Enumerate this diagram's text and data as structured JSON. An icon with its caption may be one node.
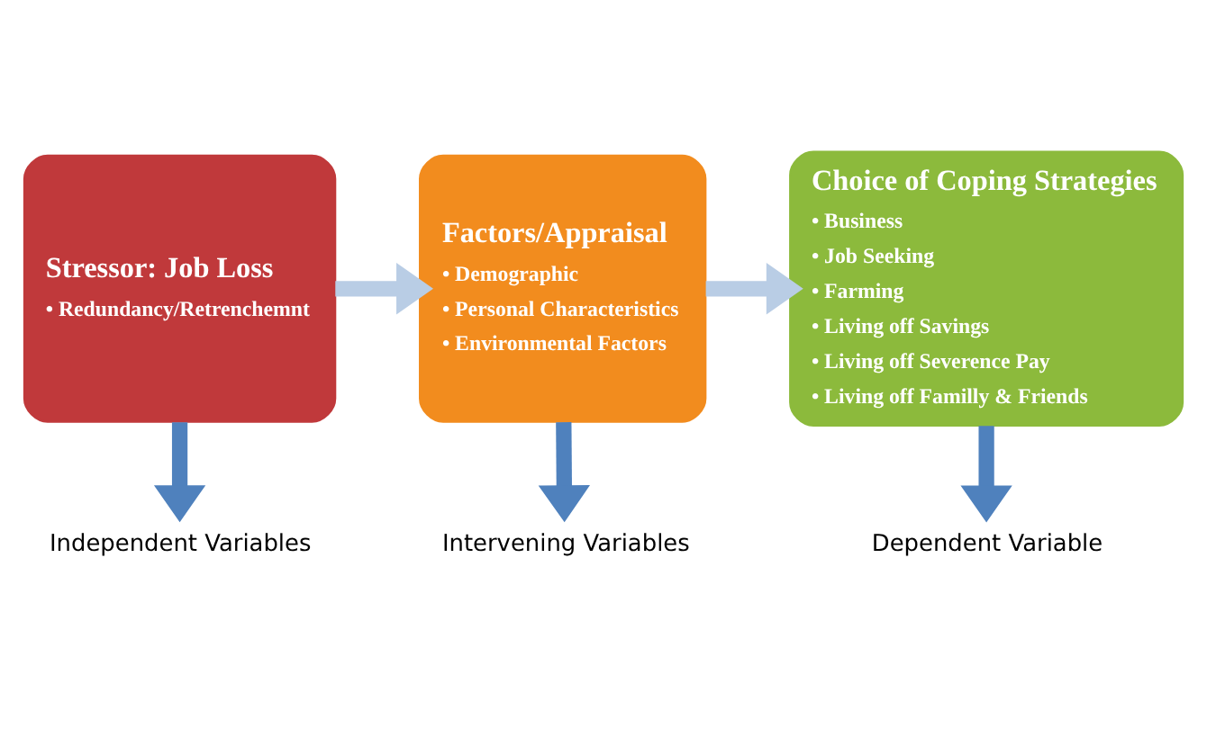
{
  "diagram": {
    "nodes": [
      {
        "text": [
          "Stressor: Job Loss",
          "• Redundancy/Retrenchemnt"
        ]
      },
      {
        "text": [
          "Factors/Appraisal",
          "• Demographic",
          "• Personal Characteristics",
          "• Environmental Factors"
        ]
      },
      {
        "text": [
          "Choice of Coping Strategies",
          "• Business",
          "• Job Seeking",
          "• Farming",
          "• Living off Savings",
          "• Living off Severence Pay",
          "• Living off Familly & Friends"
        ]
      },
      {
        "text": [
          "Independent Variables"
        ]
      },
      {
        "text": [
          "Intervening Variables"
        ]
      },
      {
        "text": [
          "Dependent Variable"
        ]
      }
    ],
    "edges": [
      {
        "from": 0,
        "to": 1,
        "arrow": "to",
        "color": "#b9cde5"
      },
      {
        "from": 1,
        "to": 2,
        "arrow": "to",
        "color": "#b9cde5"
      },
      {
        "from": 0,
        "to": 3,
        "arrow": "to"
      },
      {
        "from": 1,
        "to": 4,
        "arrow": "to"
      },
      {
        "from": 2,
        "to": 5,
        "arrow": "to"
      }
    ]
  }
}
